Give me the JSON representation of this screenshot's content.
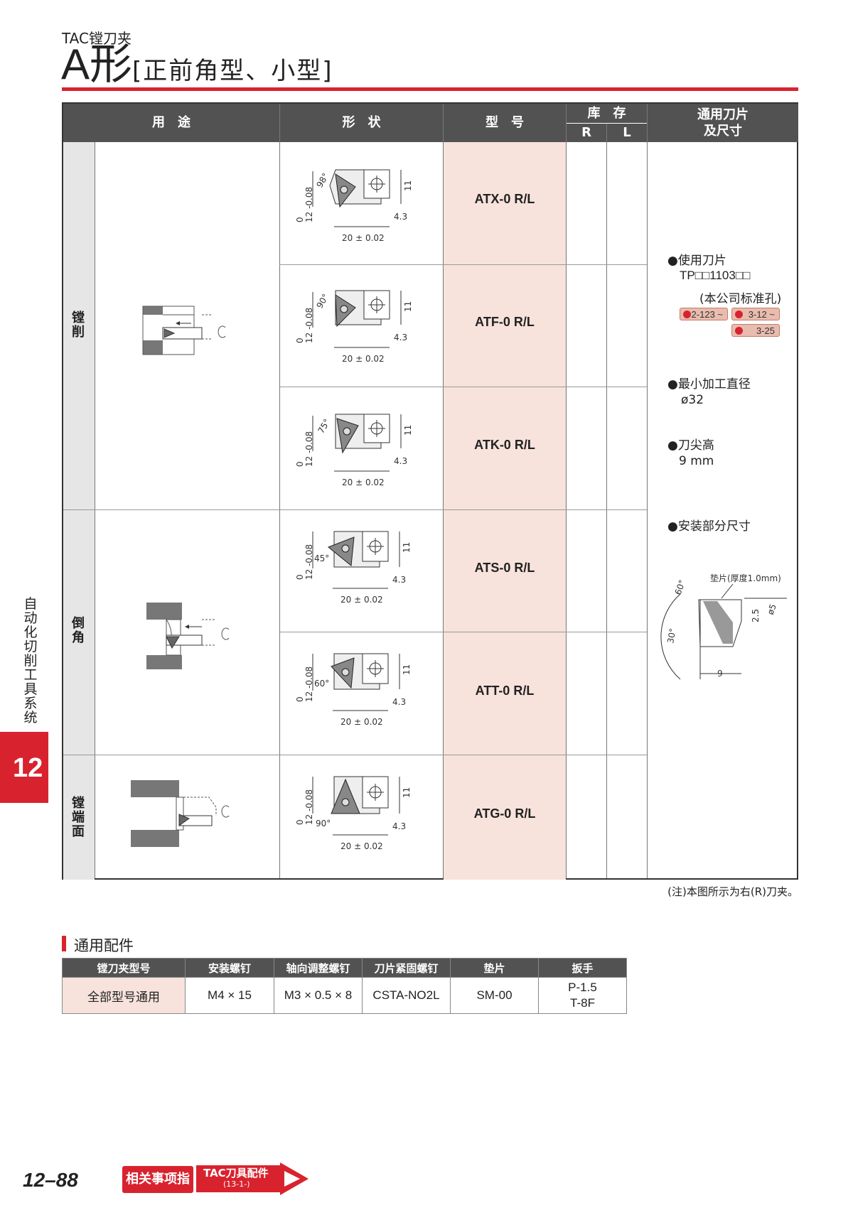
{
  "header": {
    "subtitle": "TAC镗刀夹",
    "title_main": "A形",
    "title_sub": "[正前角型、小型]"
  },
  "table": {
    "col_usage": "用　途",
    "col_shape": "形　状",
    "col_model": "型　号",
    "col_stock": "库　存",
    "col_r": "R",
    "col_l": "L",
    "col_insert": "通用刀片\n及尺寸",
    "categories": [
      "镗削",
      "倒角",
      "镗端面"
    ],
    "models": [
      "ATX-0 R/L",
      "ATF-0 R/L",
      "ATK-0 R/L",
      "ATS-0 R/L",
      "ATT-0 R/L",
      "ATG-0 R/L"
    ],
    "angles": [
      "98°",
      "90°",
      "75°",
      "45°",
      "60°",
      "90°"
    ],
    "dim_tol": "0\n12 -0.08",
    "dim_h": "11",
    "dim_w": "20 ± 0.02",
    "dim_off": "4.3"
  },
  "insert_info": {
    "insert_label": "●使用刀片",
    "insert_code": "TP□□1103□□",
    "insert_note": "(本公司标准孔)",
    "refs": [
      "2-123 ~",
      "3-12 ~",
      "3-25"
    ],
    "min_dia_label": "●最小加工直径",
    "min_dia": "ø32",
    "tip_height_label": "●刀尖高",
    "tip_height": "9 mm",
    "mount_label": "●安装部分尺寸",
    "shim_label": "垫片(厚度1.0mm)",
    "d_60": "60°",
    "d_30": "30°",
    "d_25": "2.5",
    "d_phi5": "ø5",
    "d_9": "9"
  },
  "note": "(注)本图所示为右(R)刀夹。",
  "sidebar": {
    "text": "自动化切削工具系统",
    "chapter": "12"
  },
  "accessories": {
    "title": "通用配件",
    "headers": [
      "镗刀夹型号",
      "安装螺钉",
      "轴向调整螺钉",
      "刀片紧固螺钉",
      "垫片",
      "扳手"
    ],
    "row": [
      "全部型号通用",
      "M4 × 15",
      "M3 × 0.5 × 8",
      "CSTA-NO2L",
      "SM-00",
      "P-1.5\nT-8F"
    ]
  },
  "footer": {
    "page": "12–88",
    "guide_button": "相关事项指南",
    "link_title": "TAC刀具配件",
    "link_ref": "(13-1-)"
  },
  "colors": {
    "accent": "#d8232e",
    "header_gray": "#525252",
    "model_bg": "#f7e3dc"
  }
}
